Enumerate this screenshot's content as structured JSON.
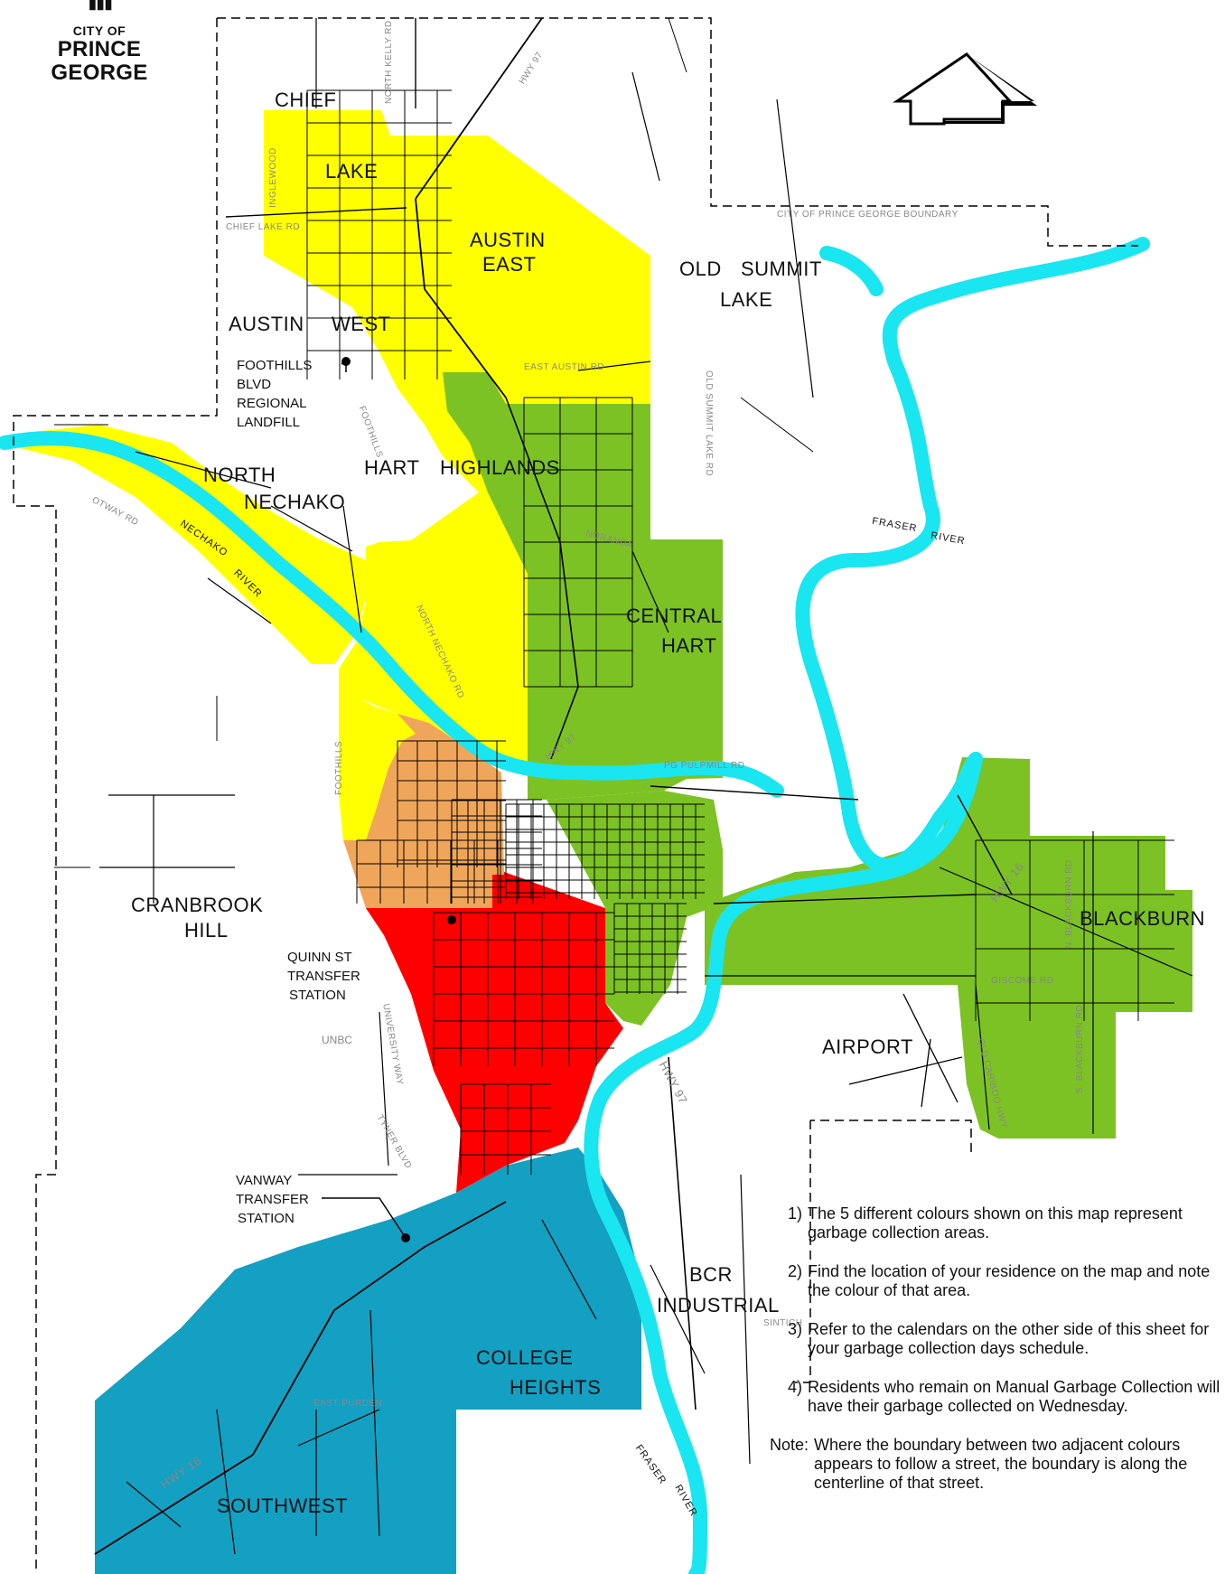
{
  "logo": {
    "line1": "CITY OF",
    "line2": "PRINCE GEORGE"
  },
  "compass": {
    "label": "NORTH"
  },
  "boundary_label": "CITY OF PRINCE GEORGE BOUNDARY",
  "colors": {
    "yellow": "#FFFF00",
    "green": "#7CC224",
    "orange": "#F0A65A",
    "red": "#FF0000",
    "blue": "#13A0C2",
    "river": "#19E6F0",
    "street": "#000000"
  },
  "areas": {
    "chief": "CHIEF",
    "lake": "LAKE",
    "austin_east_1": "AUSTIN",
    "austin_east_2": "EAST",
    "austin": "AUSTIN",
    "west": "WEST",
    "old": "OLD",
    "summit": "SUMMIT",
    "summit_lake": "LAKE",
    "hart": "HART",
    "highlands": "HIGHLANDS",
    "north": "NORTH",
    "nechako": "NECHAKO",
    "central": "CENTRAL",
    "central_hart": "HART",
    "cranbrook": "CRANBROOK",
    "hill": "HILL",
    "blackburn": "BLACKBURN",
    "airport": "AIRPORT",
    "bcr": "BCR",
    "industrial": "INDUSTRIAL",
    "college": "COLLEGE",
    "heights": "HEIGHTS",
    "southwest": "SOUTHWEST"
  },
  "facilities": {
    "landfill": [
      "FOOTHILLS",
      "BLVD",
      "REGIONAL",
      "LANDFILL"
    ],
    "quinn": [
      "QUINN ST",
      "TRANSFER",
      "STATION"
    ],
    "vanway": [
      "VANWAY",
      "TRANSFER",
      "STATION"
    ],
    "unbc": "UNBC"
  },
  "roads": {
    "hwy97_north": "HWY 97",
    "north_kelly": "NORTH KELLY RD",
    "chief_lake": "CHIEF LAKE RD",
    "inglewood": "INGLEWOOD",
    "east_austin": "EAST AUSTIN RD",
    "foothills_north": "FOOTHILLS",
    "otway": "OTWAY RD",
    "noranda": "NORANDA",
    "north_nechako": "NORTH NECHAKO RD",
    "hwy97_hart": "HWY 97",
    "pg_pulpmill": "PG PULPMILL RD",
    "foothills_south": "FOOTHILLS",
    "hwy16_east": "HWY 16",
    "n_blackburn": "N. BLACKBURN RD",
    "giscome": "GISCOME RD",
    "old_cariboo": "OLD CARIBOO HWY",
    "s_blackburn": "S. BLACKBURN RD",
    "university": "UNIVERSITY WAY",
    "tyner": "TYNER BLVD",
    "hwy97_south": "HWY 97",
    "east_purden": "EAST PURDEN",
    "hwy16_west": "HWY 16",
    "sintich": "SINTICH",
    "old_summit": "OLD SUMMIT LAKE RD"
  },
  "rivers": {
    "fraser_north_1": "FRASER",
    "fraser_north_2": "RIVER",
    "nechako_1": "NECHAKO",
    "nechako_2": "RIVER",
    "fraser_south_1": "FRASER",
    "fraser_south_2": "RIVER"
  },
  "notes": [
    {
      "num": "1)",
      "text": "The 5 different colours shown on this map represent garbage collection areas."
    },
    {
      "num": "2)",
      "text": "Find the location of your residence on the map and note the colour of that area."
    },
    {
      "num": "3)",
      "text": "Refer to the calendars on the other side of this sheet for your garbage collection days schedule."
    },
    {
      "num": "4)",
      "text": "Residents who remain on Manual Garbage Collection will have their garbage collected on Wednesday."
    }
  ],
  "note_final": {
    "label": "Note:",
    "text": "Where the boundary between two adjacent colours appears to follow a street, the boundary is along the centerline of that street."
  }
}
